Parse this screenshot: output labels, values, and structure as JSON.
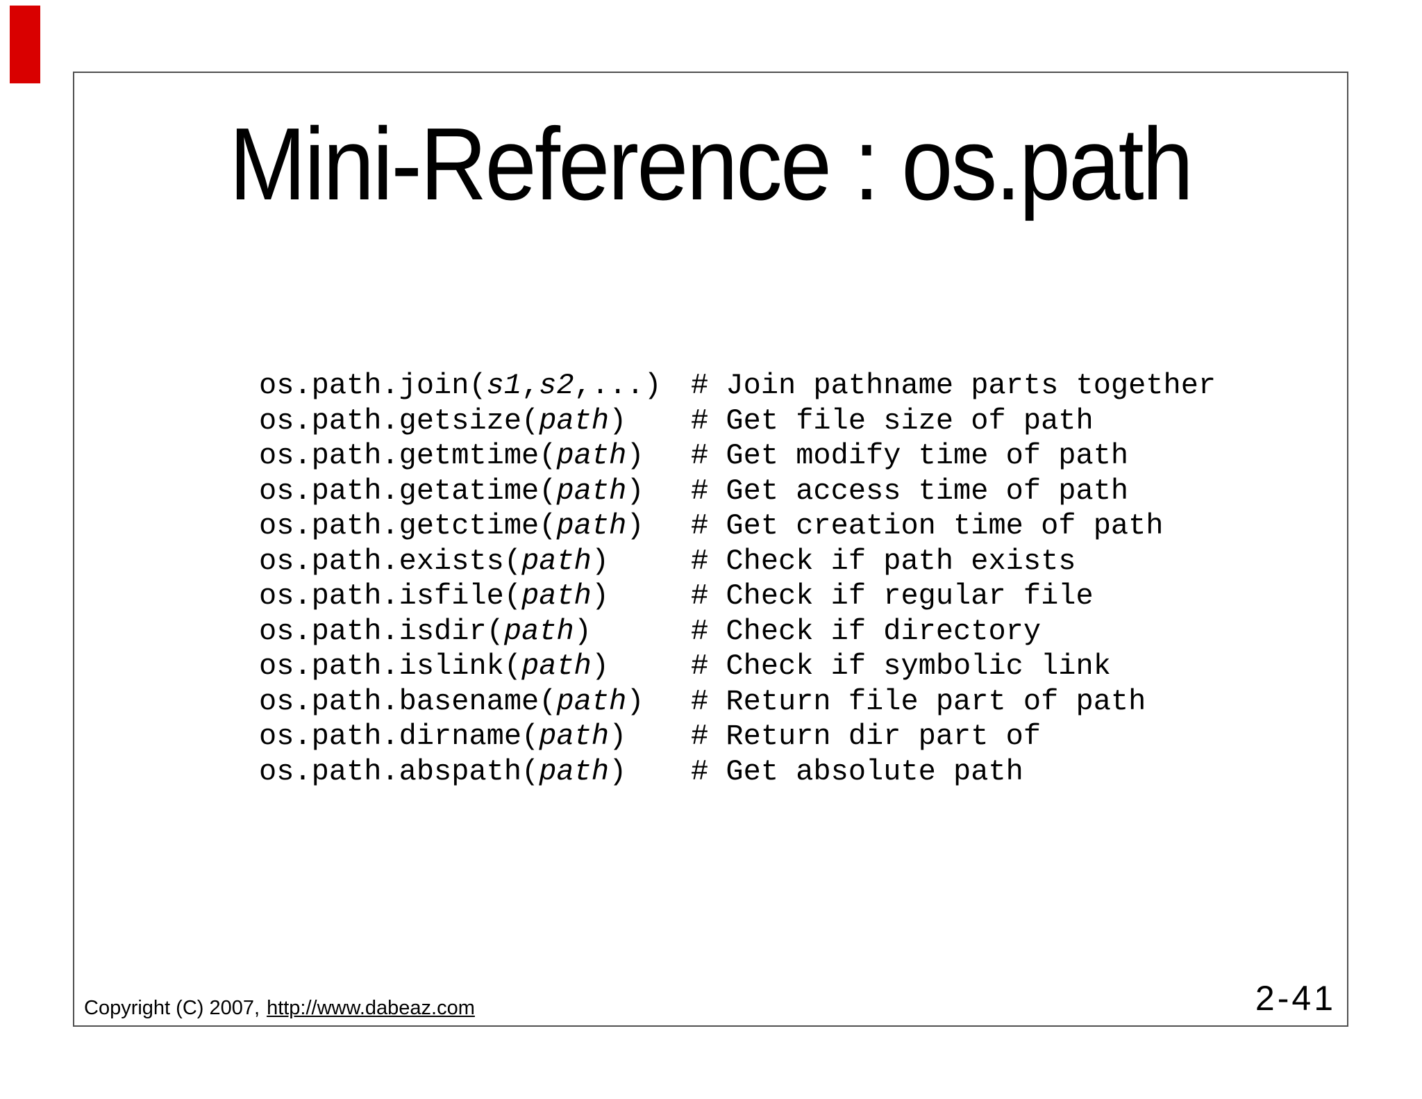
{
  "marker_color": "#d90000",
  "slide": {
    "title": "Mini-Reference : os.path",
    "page_number": "2-41",
    "footer": {
      "copyright": "Copyright (C) 2007,",
      "link": "http://www.dabeaz.com"
    },
    "code_rows": [
      {
        "segments": [
          {
            "t": "os.path.join(",
            "i": false
          },
          {
            "t": "s1",
            "i": true
          },
          {
            "t": ",",
            "i": false
          },
          {
            "t": "s2",
            "i": true
          },
          {
            "t": ",...)",
            "i": false
          }
        ],
        "comment": "# Join pathname parts together"
      },
      {
        "segments": [
          {
            "t": "os.path.getsize(",
            "i": false
          },
          {
            "t": "path",
            "i": true
          },
          {
            "t": ")",
            "i": false
          }
        ],
        "comment": "# Get file size of path"
      },
      {
        "segments": [
          {
            "t": "os.path.getmtime(",
            "i": false
          },
          {
            "t": "path",
            "i": true
          },
          {
            "t": ")",
            "i": false
          }
        ],
        "comment": "# Get modify time of path"
      },
      {
        "segments": [
          {
            "t": "os.path.getatime(",
            "i": false
          },
          {
            "t": "path",
            "i": true
          },
          {
            "t": ")",
            "i": false
          }
        ],
        "comment": "# Get access time of path"
      },
      {
        "segments": [
          {
            "t": "os.path.getctime(",
            "i": false
          },
          {
            "t": "path",
            "i": true
          },
          {
            "t": ")",
            "i": false
          }
        ],
        "comment": "# Get creation time of path"
      },
      {
        "segments": [
          {
            "t": "os.path.exists(",
            "i": false
          },
          {
            "t": "path",
            "i": true
          },
          {
            "t": ")",
            "i": false
          }
        ],
        "comment": "# Check if path exists"
      },
      {
        "segments": [
          {
            "t": "os.path.isfile(",
            "i": false
          },
          {
            "t": "path",
            "i": true
          },
          {
            "t": ")",
            "i": false
          }
        ],
        "comment": "# Check if regular file"
      },
      {
        "segments": [
          {
            "t": "os.path.isdir(",
            "i": false
          },
          {
            "t": "path",
            "i": true
          },
          {
            "t": ")",
            "i": false
          }
        ],
        "comment": "# Check if directory"
      },
      {
        "segments": [
          {
            "t": "os.path.islink(",
            "i": false
          },
          {
            "t": "path",
            "i": true
          },
          {
            "t": ")",
            "i": false
          }
        ],
        "comment": "# Check if symbolic link"
      },
      {
        "segments": [
          {
            "t": "os.path.basename(",
            "i": false
          },
          {
            "t": "path",
            "i": true
          },
          {
            "t": ")",
            "i": false
          }
        ],
        "comment": "# Return file part of path"
      },
      {
        "segments": [
          {
            "t": "os.path.dirname(",
            "i": false
          },
          {
            "t": "path",
            "i": true
          },
          {
            "t": ")",
            "i": false
          }
        ],
        "comment": "# Return dir part of"
      },
      {
        "segments": [
          {
            "t": "os.path.abspath(",
            "i": false
          },
          {
            "t": "path",
            "i": true
          },
          {
            "t": ")",
            "i": false
          }
        ],
        "comment": "# Get absolute path"
      }
    ]
  }
}
